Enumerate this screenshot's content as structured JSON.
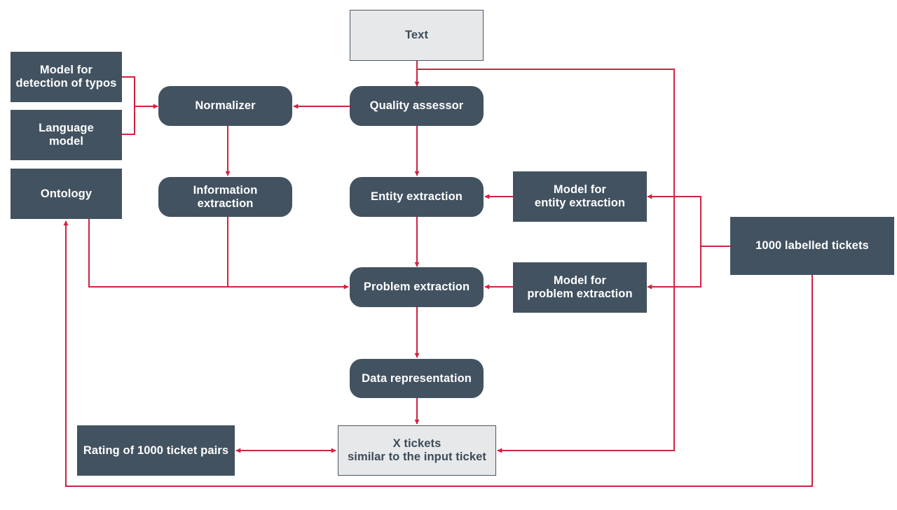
{
  "diagram": {
    "nodes": {
      "text": "Text",
      "typo_model": "Model for\ndetection of typos",
      "language_model": "Language\nmodel",
      "ontology": "Ontology",
      "normalizer": "Normalizer",
      "quality_assessor": "Quality assessor",
      "information_extraction": "Information\nextraction",
      "entity_extraction": "Entity extraction",
      "entity_model": "Model for\nentity extraction",
      "labelled_tickets": "1000 labelled tickets",
      "problem_extraction": "Problem extraction",
      "problem_model": "Model for\nproblem extraction",
      "data_representation": "Data representation",
      "rating": "Rating of 1000 ticket pairs",
      "similar_tickets": "X tickets\nsimilar to the input ticket"
    },
    "colors": {
      "node_dark": "#425260",
      "node_light": "#e6e8ea",
      "connector": "#d0223f"
    }
  }
}
